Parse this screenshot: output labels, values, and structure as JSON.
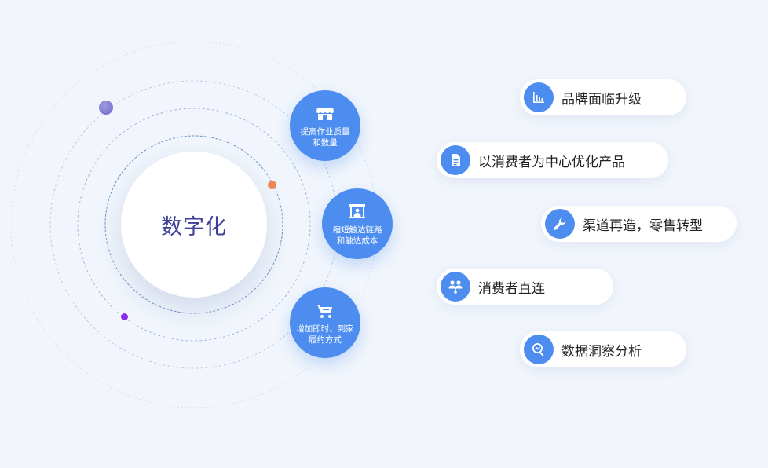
{
  "diagram": {
    "center": {
      "label": "数字化"
    },
    "nodes": [
      {
        "label": "提高作业质量\n和数量",
        "icon": "storefront-icon"
      },
      {
        "label": "缩短触达链路\n和触达成本",
        "icon": "market-stall-icon"
      },
      {
        "label": "增加即时、到家\n履约方式",
        "icon": "delivery-cart-icon"
      }
    ],
    "pills": [
      {
        "label": "品牌面临升级",
        "icon": "bar-chart-icon"
      },
      {
        "label": "以消费者为中心优化产品",
        "icon": "document-icon"
      },
      {
        "label": "渠道再造，零售转型",
        "icon": "wrench-icon"
      },
      {
        "label": "消费者直连",
        "icon": "users-icon"
      },
      {
        "label": "数据洞察分析",
        "icon": "magnify-chart-icon"
      }
    ],
    "colors": {
      "accent": "#4d8def",
      "center_text": "#3d3f97",
      "background": "#f2f6fc",
      "dot_purple": "#7a72cf",
      "dot_orange": "#ef8a55",
      "dot_violet": "#8b2ae8"
    }
  }
}
